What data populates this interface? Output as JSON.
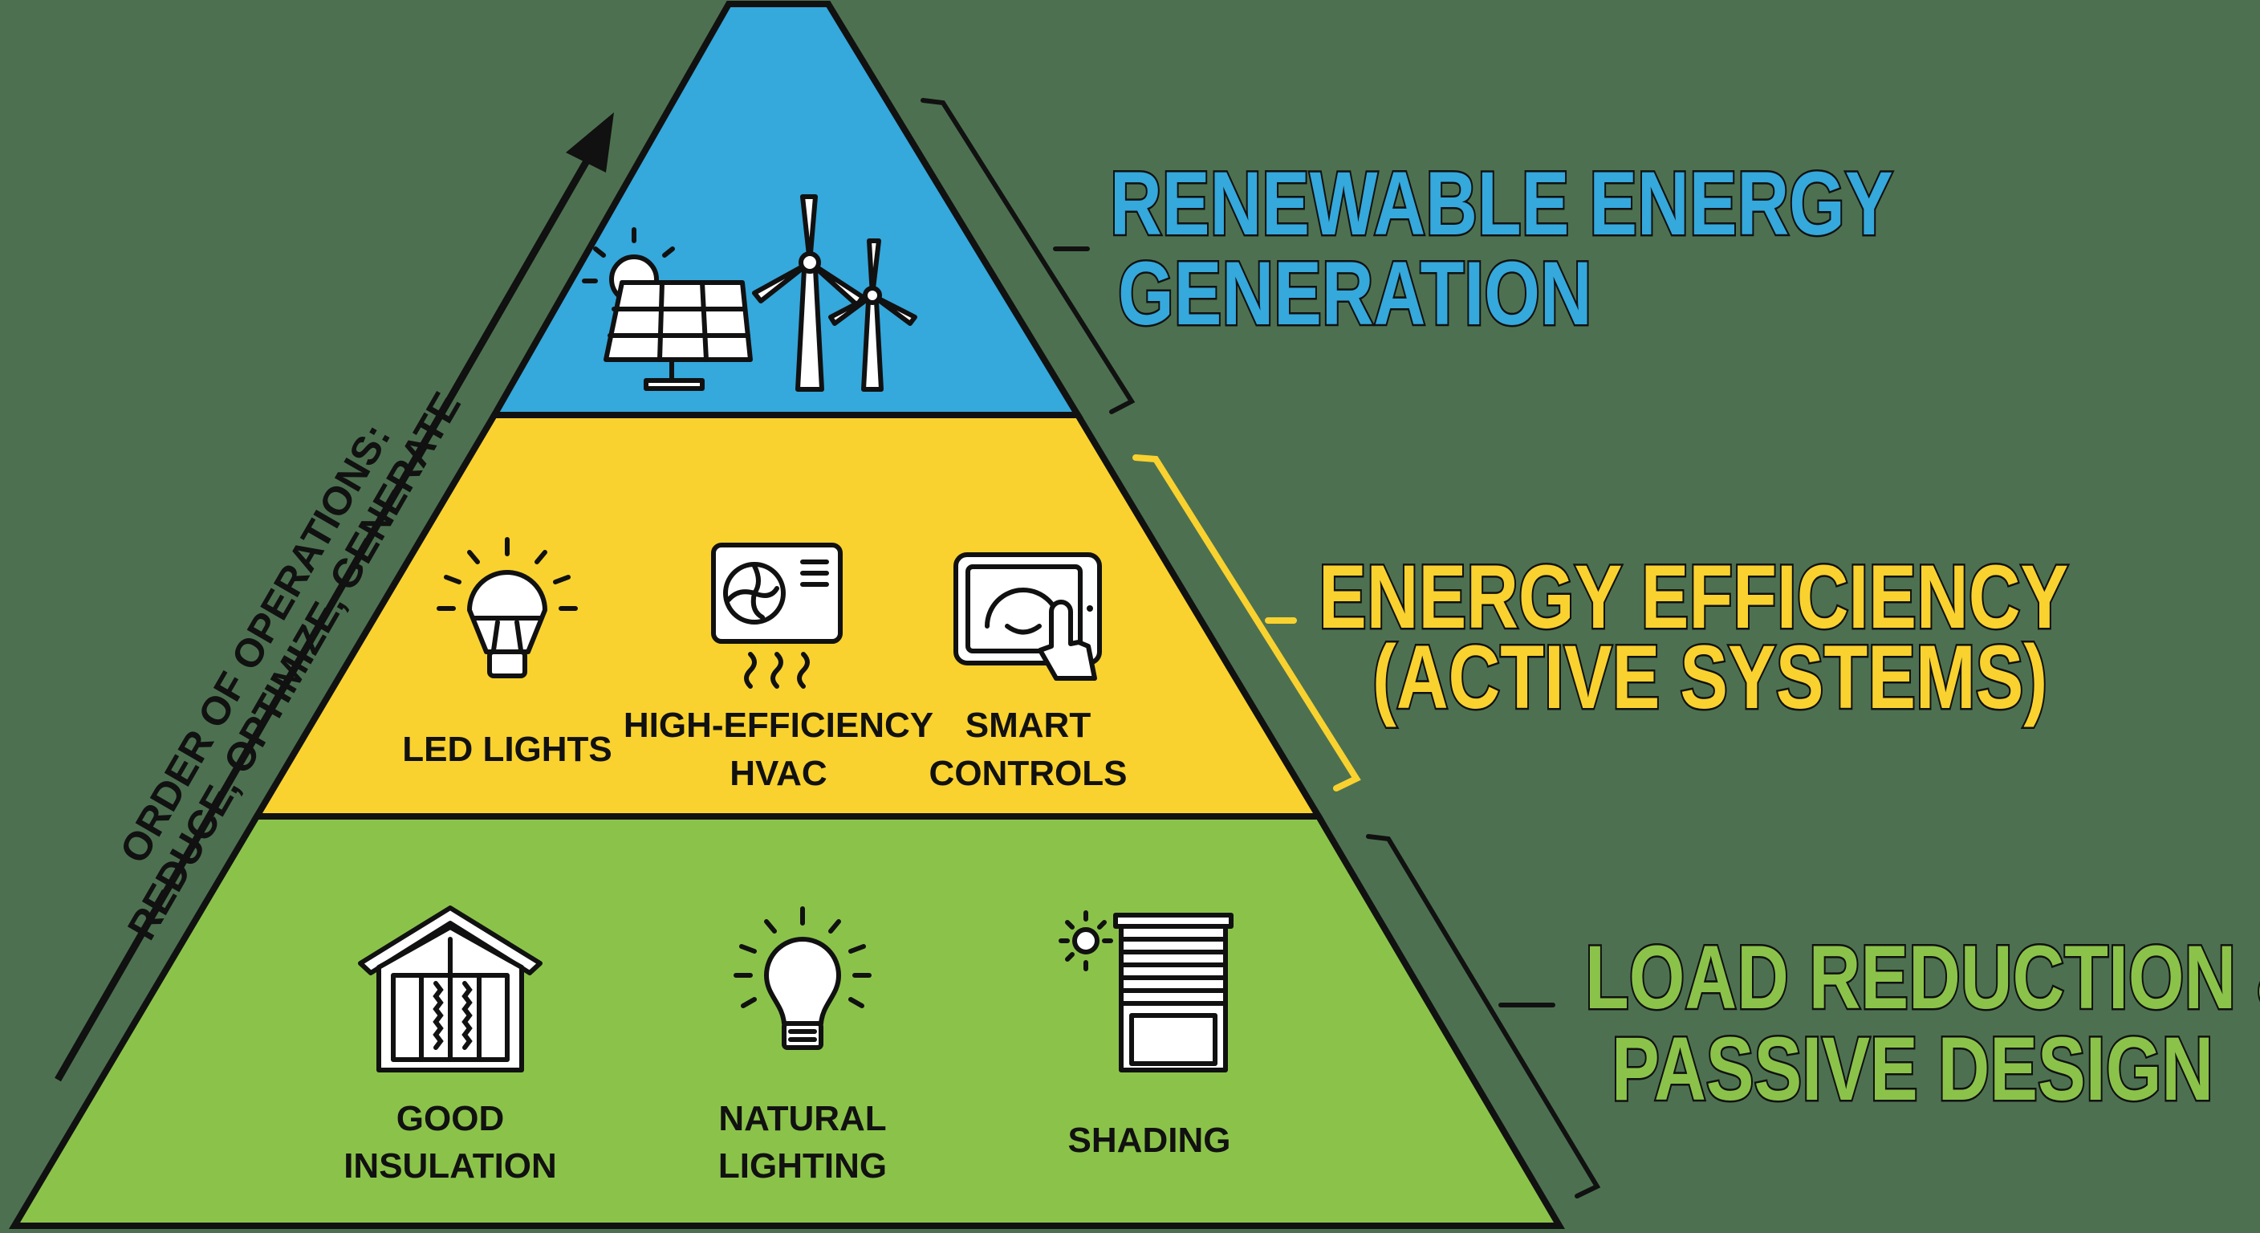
{
  "colors": {
    "background": "#4d7150",
    "renewable": "#35a8dc",
    "efficiency": "#f9d22f",
    "passive": "#8bc34a",
    "outline": "#111111"
  },
  "arrow": {
    "line1": "ORDER OF OPERATIONS:",
    "line2": "REDUCE, OPTIMIZE, GENERATE"
  },
  "tiers": [
    {
      "title_line1": "RENEWABLE ENERGY",
      "title_line2": "GENERATION",
      "icons": [
        "solar-panel-icon",
        "wind-turbine-icon"
      ]
    },
    {
      "title_line1": "ENERGY EFFICIENCY",
      "title_line2": "(ACTIVE SYSTEMS)",
      "items": [
        {
          "icon": "led-bulb-icon",
          "lines": [
            "LED LIGHTS"
          ]
        },
        {
          "icon": "hvac-unit-icon",
          "lines": [
            "HIGH-EFFICIENCY",
            "HVAC"
          ]
        },
        {
          "icon": "smart-thermostat-icon",
          "lines": [
            "SMART",
            "CONTROLS"
          ]
        }
      ]
    },
    {
      "title_line1": "LOAD REDUCTION &",
      "title_line2": "PASSIVE DESIGN",
      "items": [
        {
          "icon": "insulated-house-icon",
          "lines": [
            "GOOD",
            "INSULATION"
          ]
        },
        {
          "icon": "light-bulb-icon",
          "lines": [
            "NATURAL",
            "LIGHTING"
          ]
        },
        {
          "icon": "window-shade-icon",
          "lines": [
            "SHADING"
          ]
        }
      ]
    }
  ]
}
